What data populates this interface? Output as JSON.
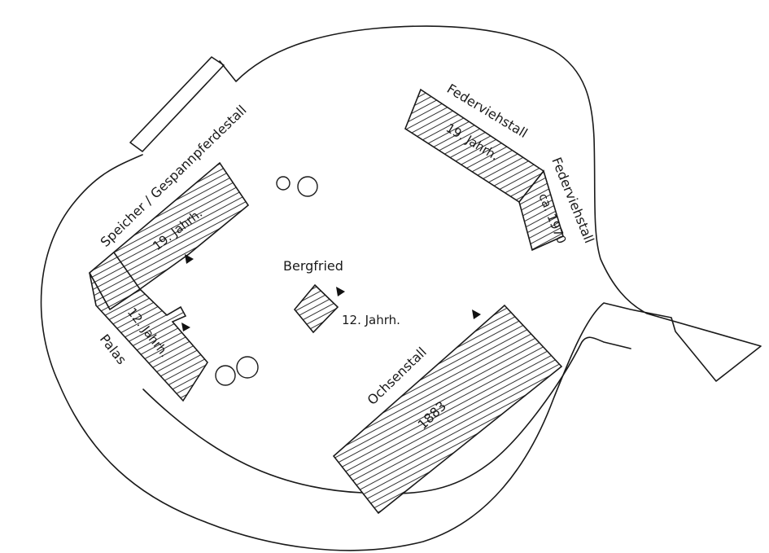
{
  "labels": {
    "speicher": "Speicher / Gespannpferdestall",
    "speicher_date": "19. Jahrh.",
    "palas": "Palas",
    "palas_date": "12. Jahrh.",
    "bergfried": "Bergfried",
    "bergfried_date": "12. Jahrh.",
    "federviehstall_1": "Federviehstall",
    "federviehstall_1_date": "19. Jahrh.",
    "federviehstall_2": "Federviehstall",
    "federviehstall_2_date": "ca. 1970",
    "ochsenstall": "Ochsenstall",
    "ochsenstall_date": "1883"
  },
  "colors": {
    "line": "#1a1a1a",
    "background": "#ffffff"
  },
  "icons": {
    "entrance_marker": "entrance-triangle-icon",
    "tree": "tree-icon"
  }
}
